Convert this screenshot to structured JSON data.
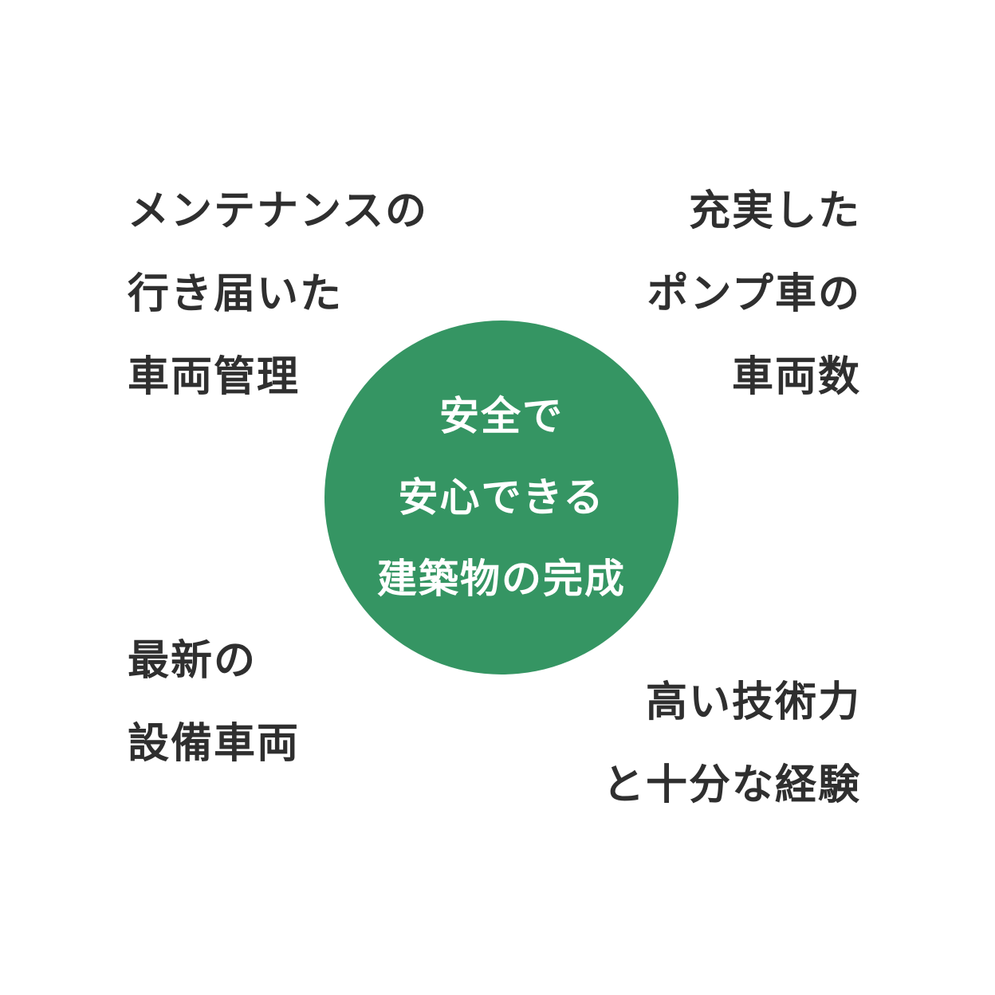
{
  "center": {
    "lines": [
      "安全で",
      "安心できる",
      "建築物の完成"
    ],
    "color": "#359563"
  },
  "top_left": {
    "lines": [
      "メンテナンスの",
      "行き届いた",
      "車両管理"
    ]
  },
  "top_right": {
    "lines": [
      "充実した",
      "ポンプ車の",
      "車両数"
    ]
  },
  "bottom_left": {
    "lines": [
      "最新の",
      "設備車両"
    ]
  },
  "bottom_right": {
    "lines": [
      "高い技術力",
      "と十分な経験"
    ]
  }
}
